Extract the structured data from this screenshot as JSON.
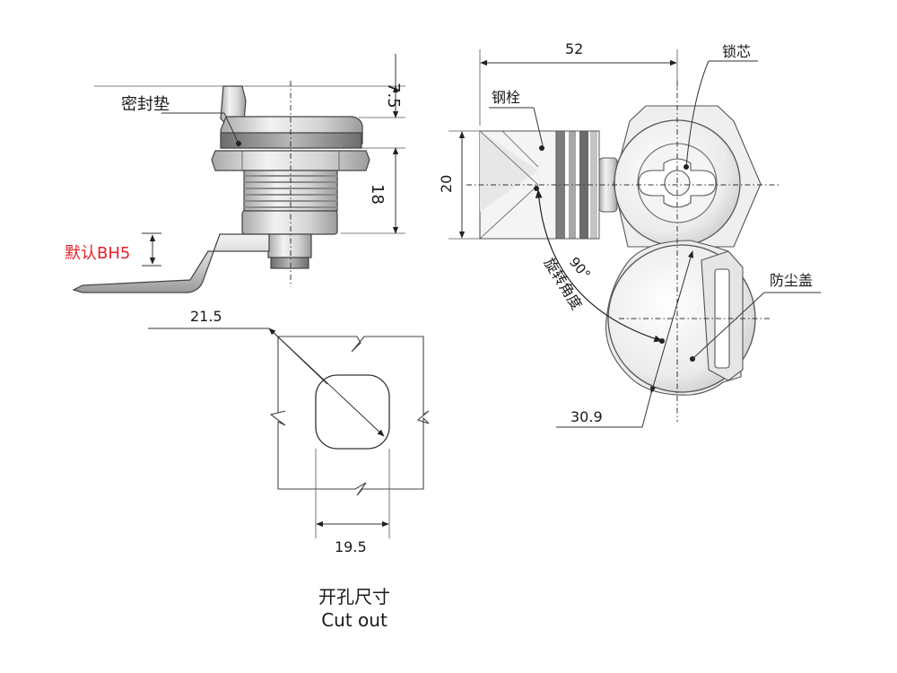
{
  "labels": {
    "gasket": "密封垫",
    "default_bh": "默认BH5",
    "steel_bolt": "钢栓",
    "lock_core": "锁芯",
    "dust_cover": "防尘盖",
    "rotation_angle": "旋转角度",
    "rotation_value": "90°",
    "cutout_cn": "开孔尺寸",
    "cutout_en": "Cut out"
  },
  "dimensions": {
    "d_7_5": "7.5",
    "d_18": "18",
    "d_52": "52",
    "d_20": "20",
    "d_21_5": "21.5",
    "d_19_5": "19.5",
    "d_30_9": "30.9"
  },
  "colors": {
    "accent_red": "#e8202a",
    "line": "#333333",
    "metal_light": "#e9e9e9",
    "metal_mid": "#bdbdbd",
    "metal_dark": "#7a7a7a"
  }
}
